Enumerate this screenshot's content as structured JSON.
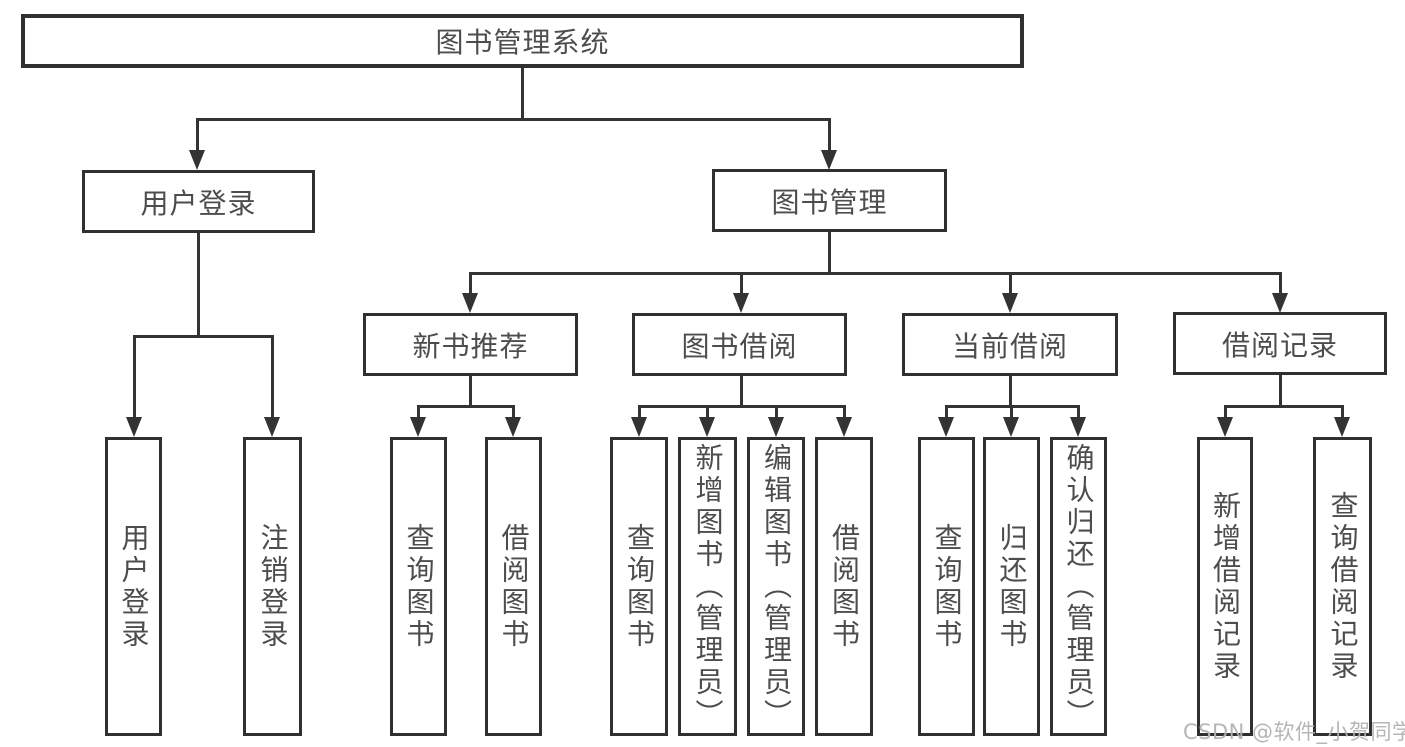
{
  "diagram": {
    "type": "hierarchy-tree",
    "watermark": "CSDN @软件_小贺同学",
    "colors": {
      "background": "#ffffff",
      "line": "#333333",
      "box_border": "#303030",
      "text": "#4d4d4d",
      "watermark": "#b2b2b2"
    },
    "tree": {
      "label": "图书管理系统",
      "children": [
        {
          "label": "用户登录",
          "children": [
            {
              "label": "用户登录"
            },
            {
              "label": "注销登录"
            }
          ]
        },
        {
          "label": "图书管理",
          "children": [
            {
              "label": "新书推荐",
              "children": [
                {
                  "label": "查询图书"
                },
                {
                  "label": "借阅图书"
                }
              ]
            },
            {
              "label": "图书借阅",
              "children": [
                {
                  "label": "查询图书"
                },
                {
                  "label": "新增图书（管理员）"
                },
                {
                  "label": "编辑图书（管理员）"
                },
                {
                  "label": "借阅图书"
                }
              ]
            },
            {
              "label": "当前借阅",
              "children": [
                {
                  "label": "查询图书"
                },
                {
                  "label": "归还图书"
                },
                {
                  "label": "确认归还（管理员）"
                }
              ]
            },
            {
              "label": "借阅记录",
              "children": [
                {
                  "label": "新增借阅记录"
                },
                {
                  "label": "查询借阅记录"
                }
              ]
            }
          ]
        }
      ]
    }
  }
}
